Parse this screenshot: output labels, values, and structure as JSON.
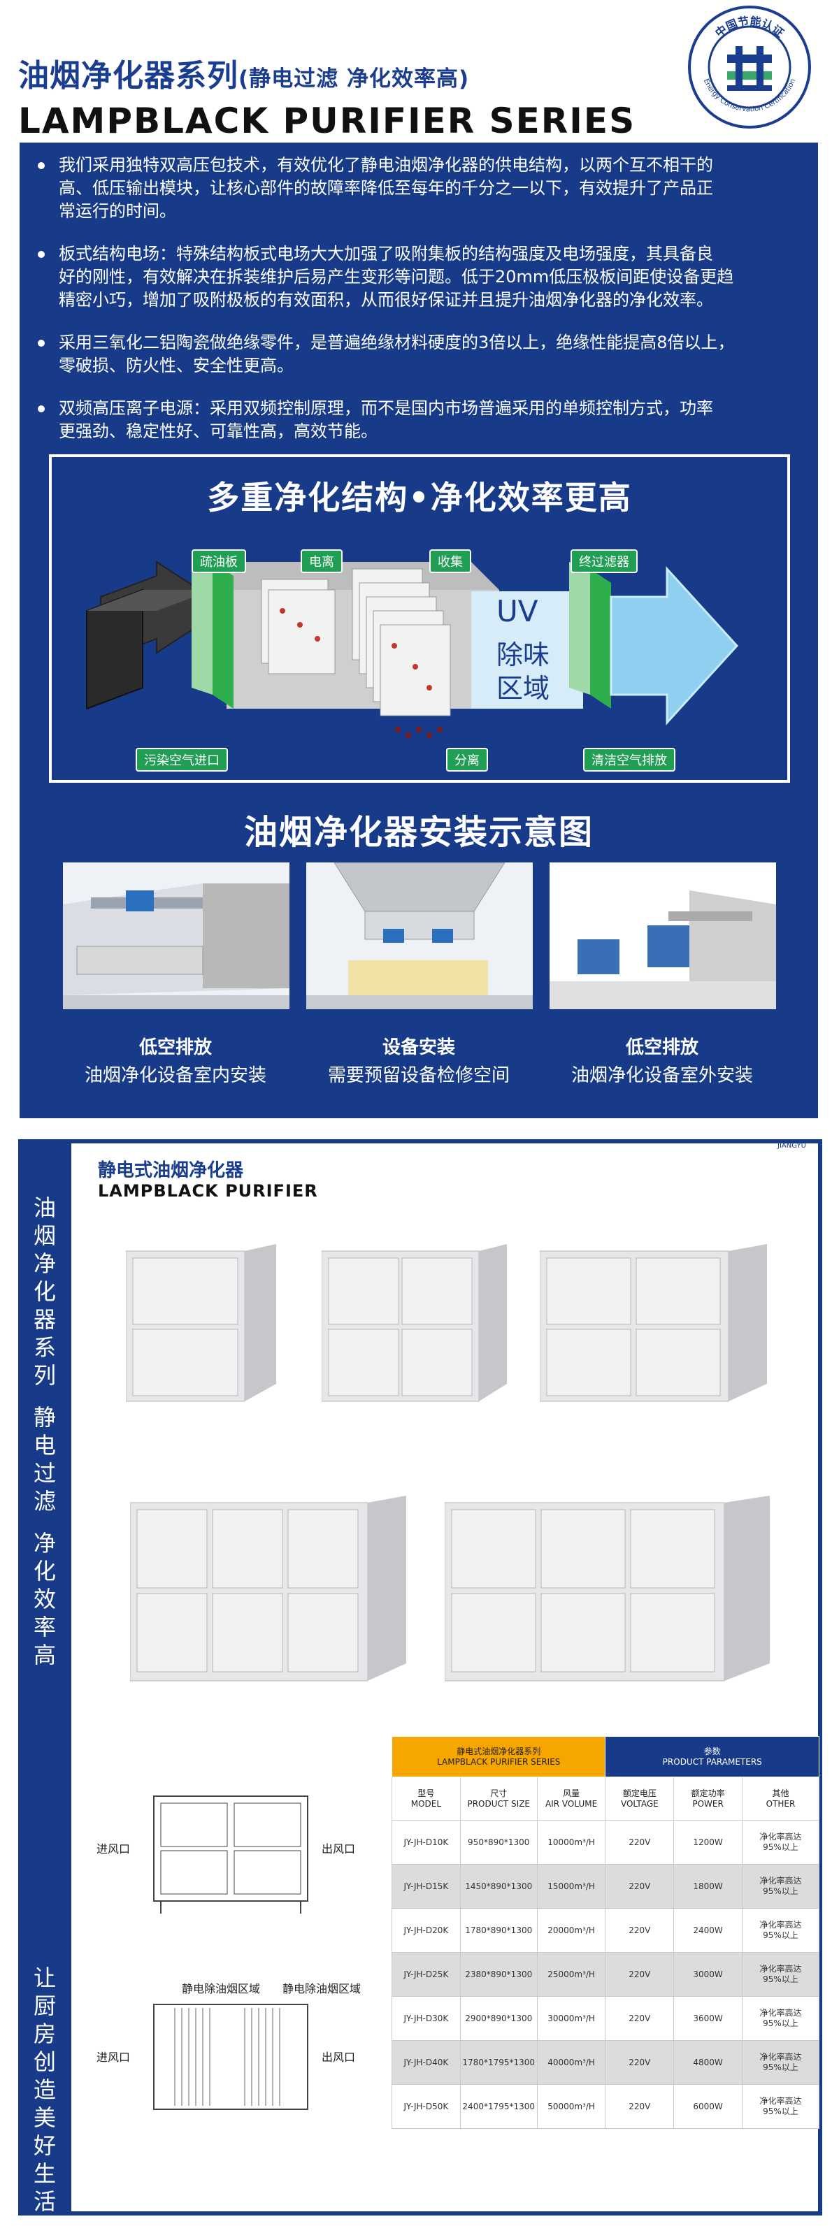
{
  "header": {
    "title_cn": "油烟净化器系列",
    "title_cn_sub": "(静电过滤 净化效率高)",
    "title_en": "LAMPBLACK PURIFIER SERIES",
    "cert_text": "中国节能认证",
    "cert_text_en": "Energy Conservation Certification"
  },
  "features": [
    "我们采用独特双高压包技术，有效优化了静电油烟净化器的供电结构，以两个互不相干的\n高、低压输出模块，让核心部件的故障率降低至每年的千分之一以下，有效提升了产品正\n常运行的时间。",
    "板式结构电场：特殊结构板式电场大大加强了吸附集板的结构强度及电场强度，其具备良\n好的刚性，有效解决在拆装维护后易产生变形等问题。低于20mm低压极板间距使设备更趋\n精密小巧，增加了吸附极板的有效面积，从而很好保证并且提升油烟净化器的净化效率。",
    "采用三氧化二铝陶瓷做绝缘零件，是普遍绝缘材料硬度的3倍以上，绝缘性能提高8倍以上，\n零破损、防火性、安全性更高。",
    "双频高压离子电源：采用双频控制原理，而不是国内市场普遍采用的单频控制方式，功率\n更强劲、稳定性好、可靠性高，高效节能。"
  ],
  "diagram": {
    "title": "多重净化结构•净化效率更高",
    "tags": {
      "shuyou": "疏油板",
      "dianli": "电离",
      "shouji": "收集",
      "zhongguo": "终过滤器",
      "wuran": "污染空气进口",
      "fenli": "分离",
      "qingjie": "清洁空气排放"
    },
    "uv_label": "UV",
    "uv_sub1": "除味",
    "uv_sub2": "区域"
  },
  "install": {
    "title": "油烟净化器安装示意图",
    "items": [
      {
        "bold": "低空排放",
        "text": "油烟净化设备室内安装"
      },
      {
        "bold": "设备安装",
        "text": "需要预留设备检修空间"
      },
      {
        "bold": "低空排放",
        "text": "油烟净化设备室外安装"
      }
    ]
  },
  "product": {
    "title_cn": "静电式油烟净化器",
    "title_en": "LAMPBLACK PURIFIER",
    "brand": "JIANGYU",
    "side_top": [
      "油",
      "烟",
      "净",
      "化",
      "器",
      "系",
      "列",
      "",
      "静",
      "电",
      "过",
      "滤",
      "",
      "净",
      "化",
      "效",
      "率",
      "高"
    ],
    "side_bottom": [
      "让",
      "厨",
      "房",
      "创",
      "造",
      "美",
      "好",
      "生",
      "活"
    ]
  },
  "drawing": {
    "inlet": "进风口",
    "outlet": "出风口",
    "zone1": "静电除油烟区域",
    "zone2": "静电除油烟区域"
  },
  "table": {
    "series_cn": "静电式油烟净化器系列",
    "series_en": "LAMPBLACK PURIFIER SERIES",
    "params_cn": "参数",
    "params_en": "PRODUCT PARAMETERS",
    "columns": [
      {
        "cn": "型号",
        "en": "MODEL"
      },
      {
        "cn": "尺寸",
        "en": "PRODUCT SIZE"
      },
      {
        "cn": "风量",
        "en": "AIR VOLUME"
      },
      {
        "cn": "额定电压",
        "en": "VOLTAGE"
      },
      {
        "cn": "额定功率",
        "en": "POWER"
      },
      {
        "cn": "其他",
        "en": "OTHER"
      }
    ],
    "rows": [
      [
        "JY-JH-D10K",
        "950*890*1300",
        "10000m³/H",
        "220V",
        "1200W",
        "净化率高达\n95%以上"
      ],
      [
        "JY-JH-D15K",
        "1450*890*1300",
        "15000m³/H",
        "220V",
        "1800W",
        "净化率高达\n95%以上"
      ],
      [
        "JY-JH-D20K",
        "1780*890*1300",
        "20000m³/H",
        "220V",
        "2400W",
        "净化率高达\n95%以上"
      ],
      [
        "JY-JH-D25K",
        "2380*890*1300",
        "25000m³/H",
        "220V",
        "3000W",
        "净化率高达\n95%以上"
      ],
      [
        "JY-JH-D30K",
        "2900*890*1300",
        "30000m³/H",
        "220V",
        "3600W",
        "净化率高达\n95%以上"
      ],
      [
        "JY-JH-D40K",
        "1780*1795*1300",
        "40000m³/H",
        "220V",
        "4800W",
        "净化率高达\n95%以上"
      ],
      [
        "JY-JH-D50K",
        "2400*1795*1300",
        "50000m³/H",
        "220V",
        "6000W",
        "净化率高达\n95%以上"
      ]
    ]
  },
  "colors": {
    "brand_blue": "#173a89",
    "title_blue": "#1a3d8f",
    "tag_green": "#1f9e54",
    "table_orange": "#f7a600"
  }
}
